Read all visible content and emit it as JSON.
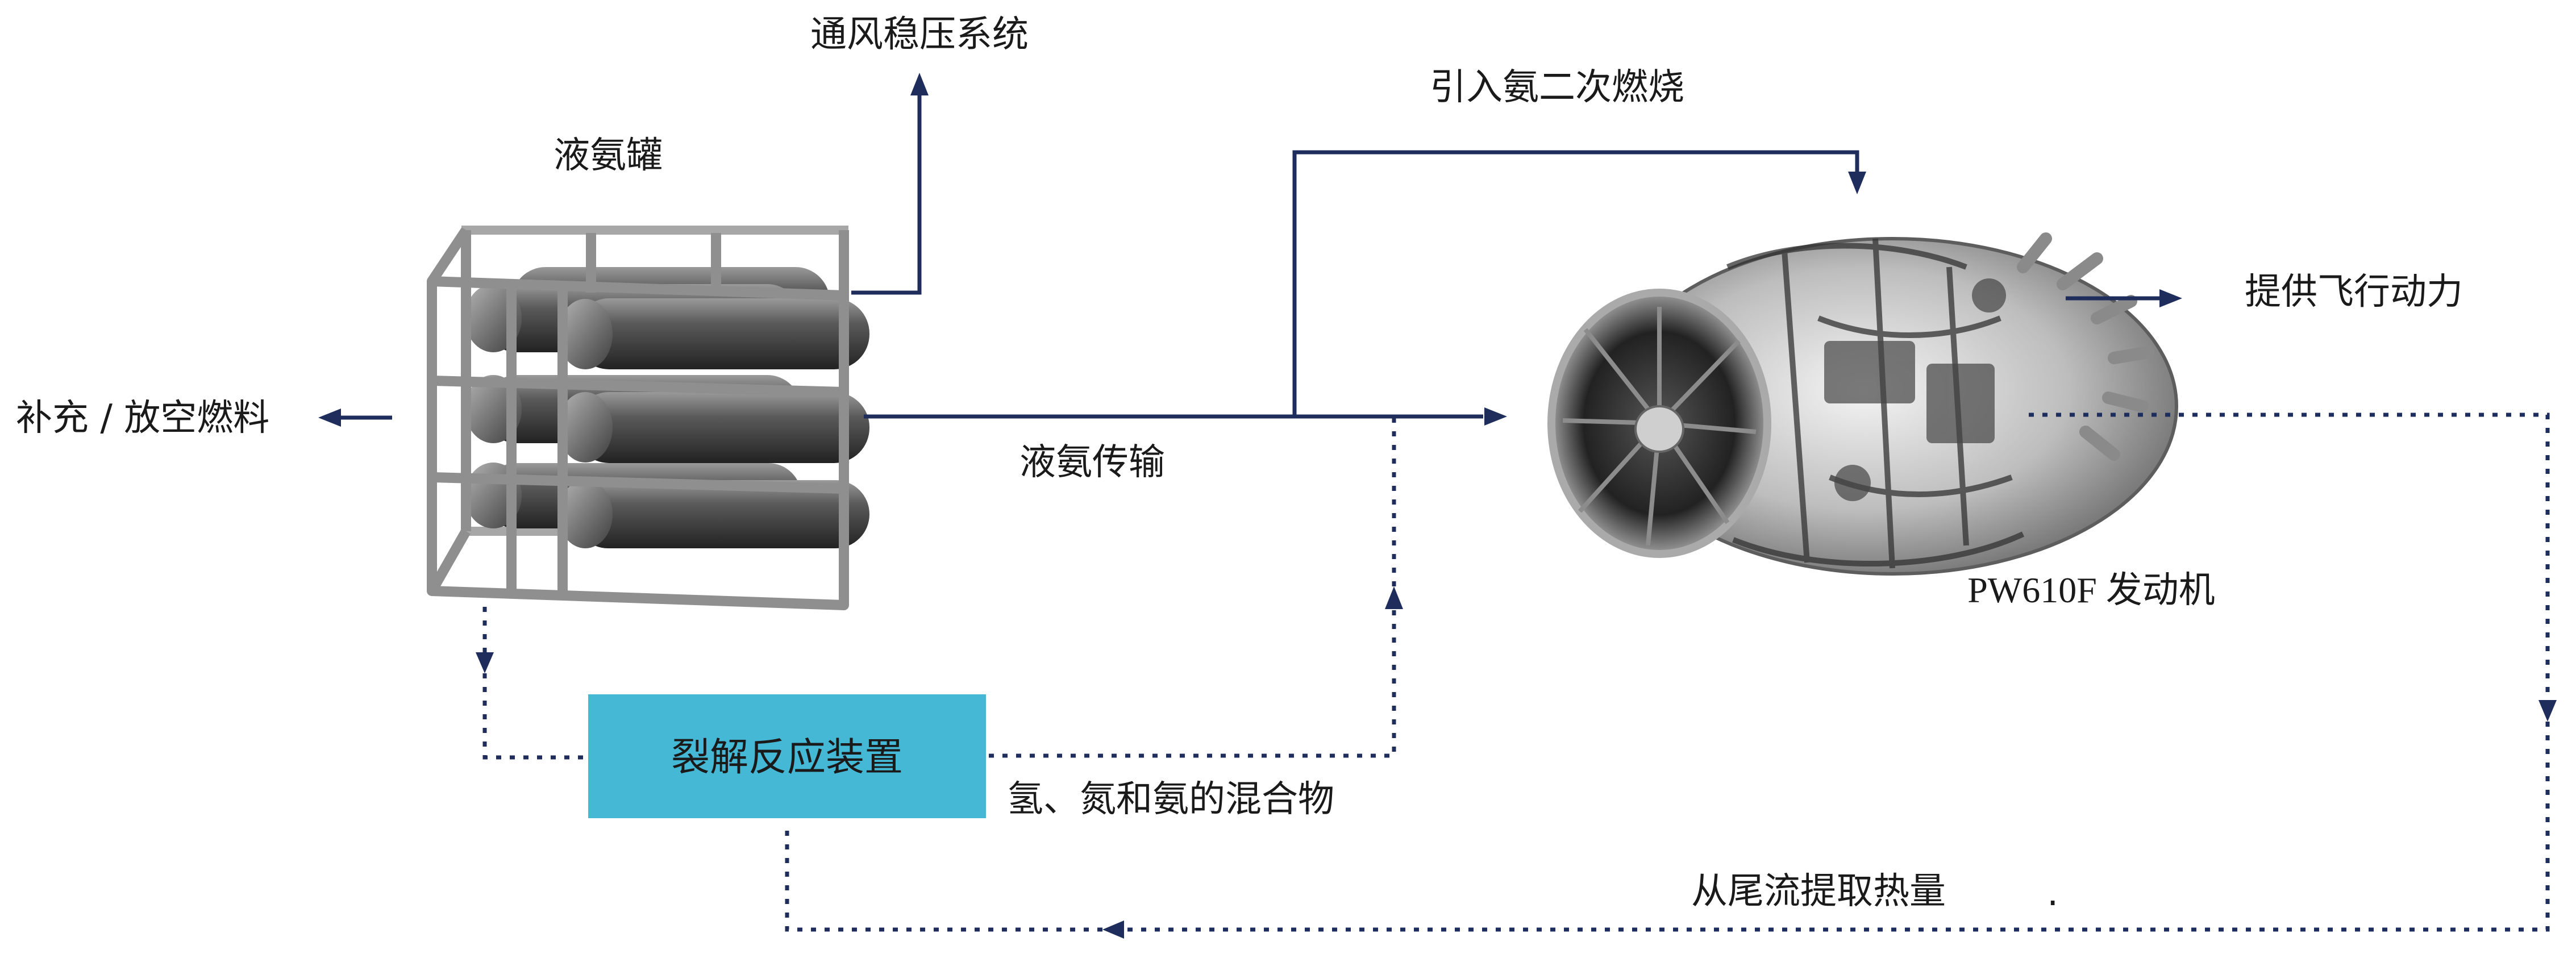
{
  "diagram": {
    "tank_label": "液氨罐",
    "ventilation_label": "通风稳压系统",
    "refuel_label": "补充 / 放空燃料",
    "transport_label": "液氨传输",
    "secondary_combustion_label": "引入氨二次燃烧",
    "engine_label": "PW610F 发动机",
    "thrust_label": "提供飞行动力",
    "cracker_label": "裂解反应装置",
    "mixture_label": "氢、氮和氨的混合物",
    "exhaust_heat_label": "从尾流提取热量",
    "exhaust_mark": "."
  },
  "colors": {
    "flow_line": "#1f2d5c",
    "cracker_box": "#45b8d6",
    "tank_frame": "#8f8f8f",
    "cylinder": "#4a4a4a"
  }
}
